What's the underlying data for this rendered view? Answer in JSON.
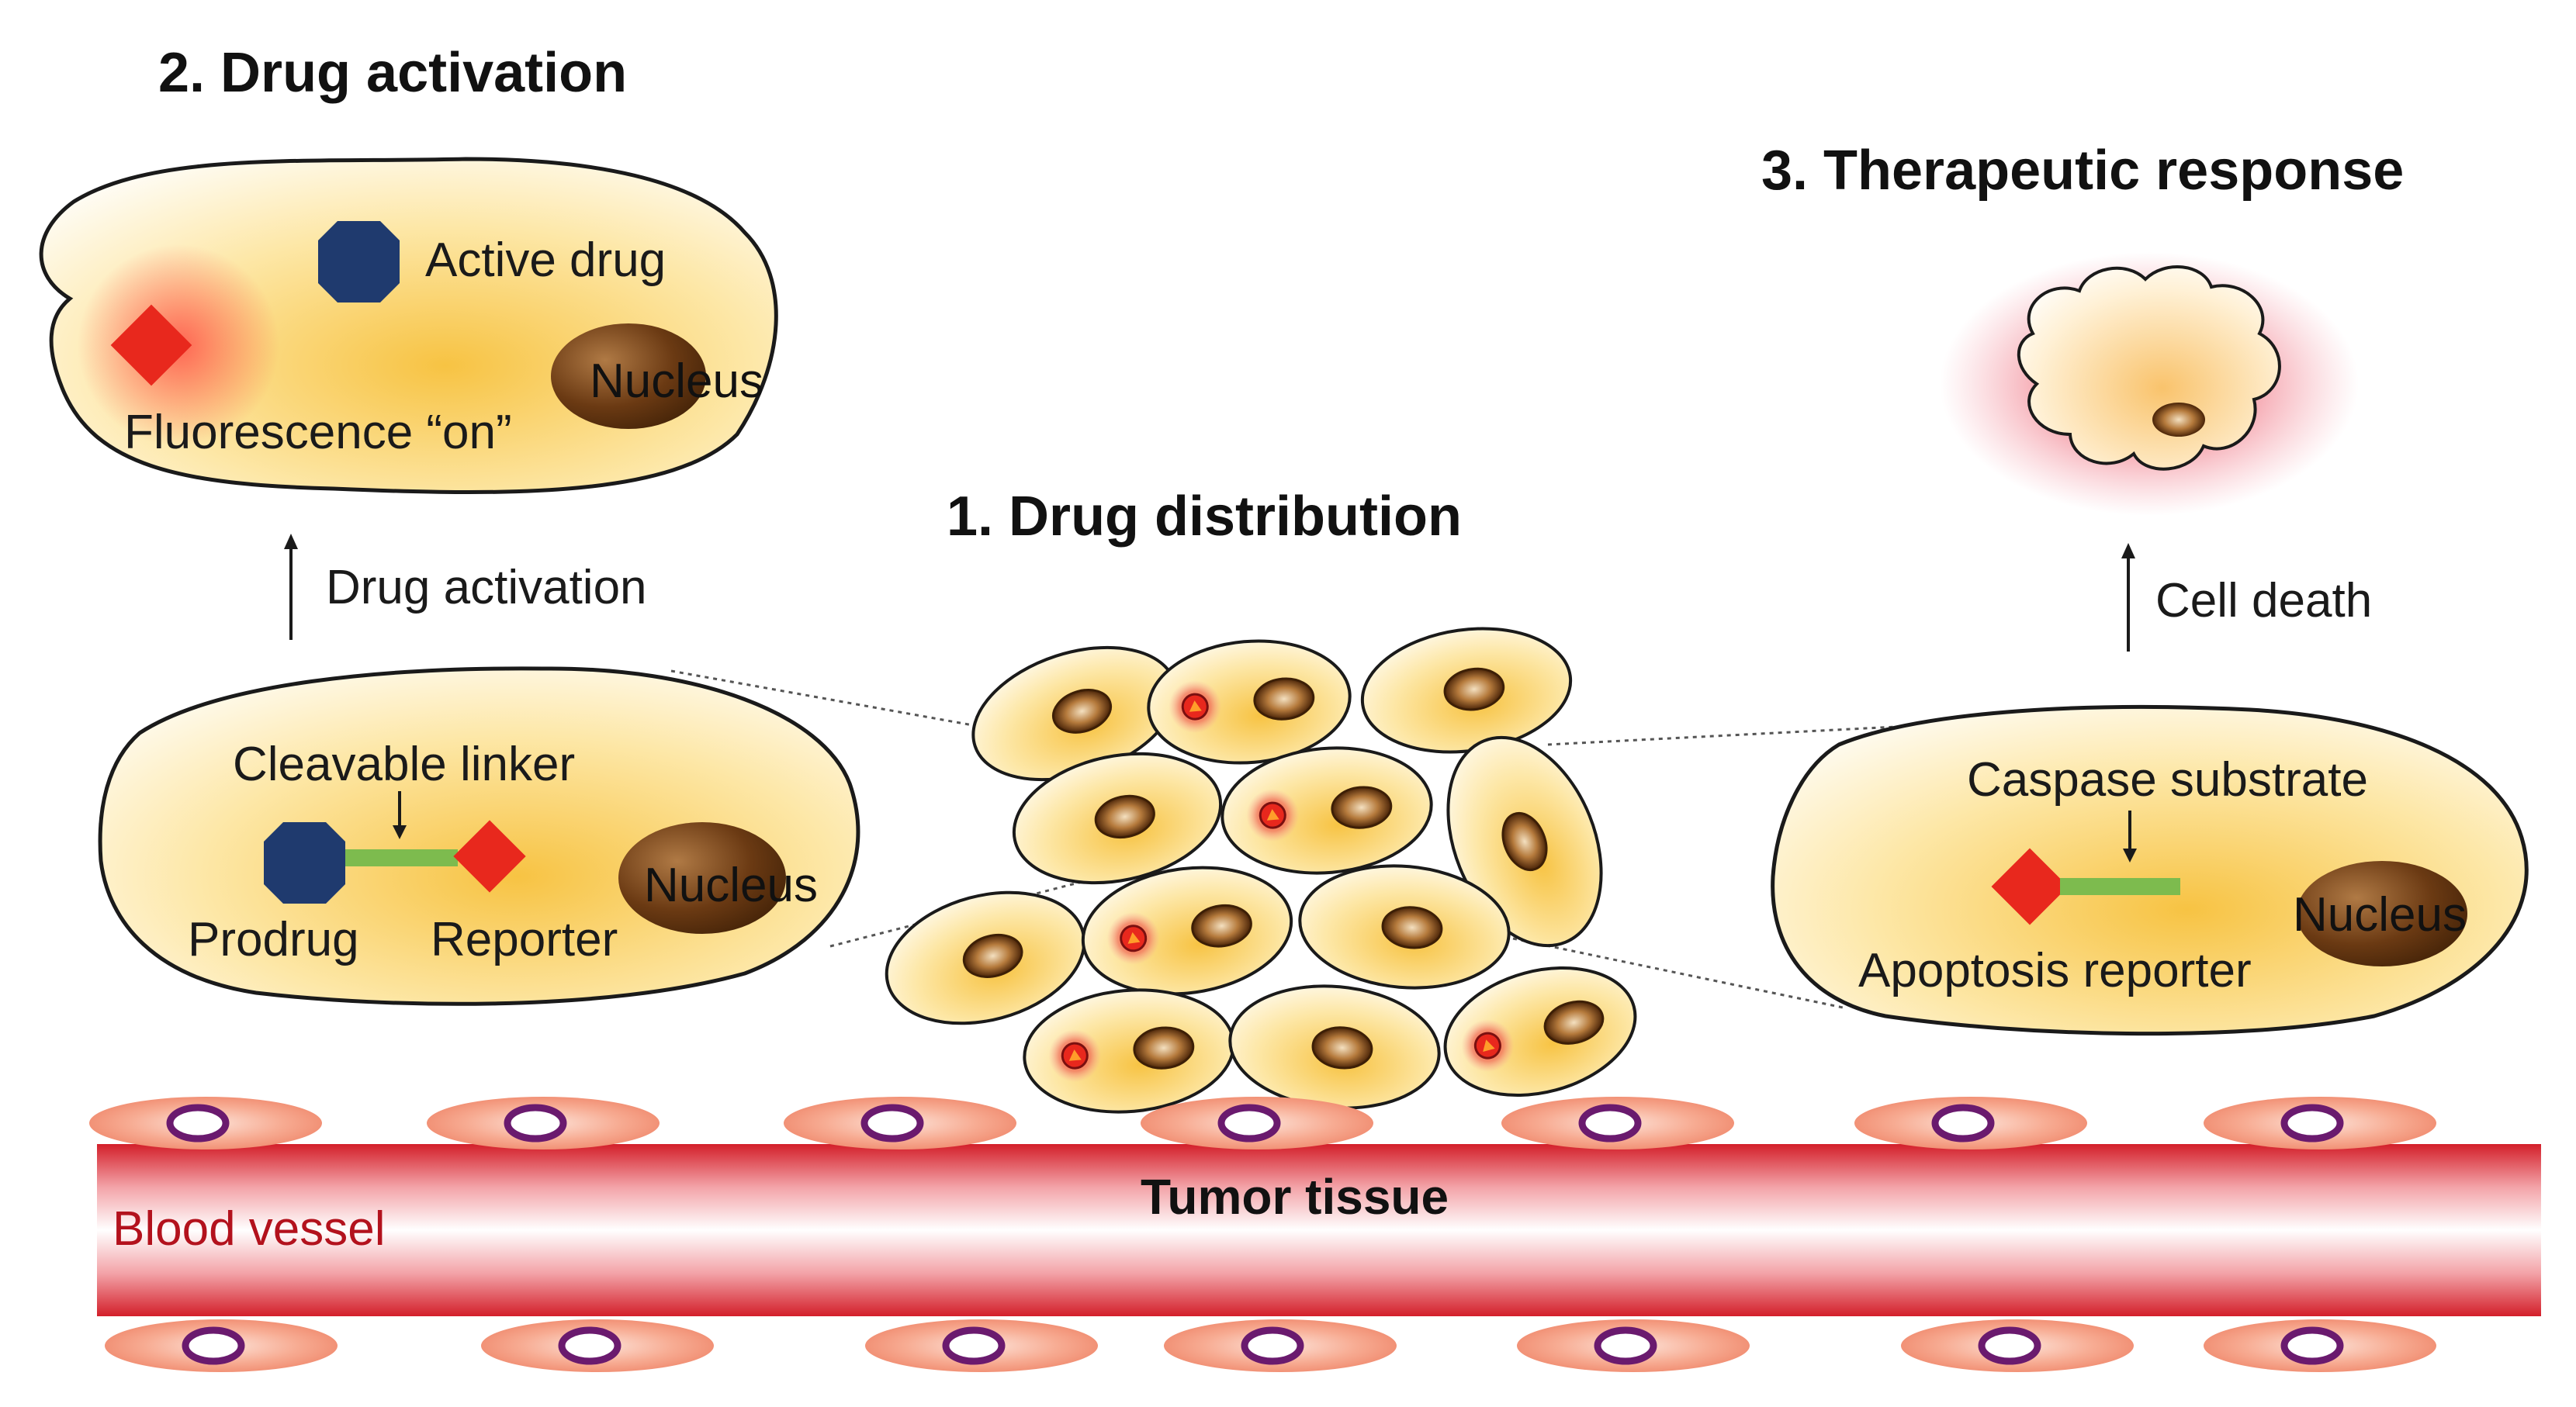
{
  "headings": {
    "step1": "1. Drug distribution",
    "step2": "2. Drug activation",
    "step3": "3. Therapeutic response"
  },
  "activated_cell": {
    "active_drug": "Active drug",
    "nucleus": "Nucleus",
    "fluorescence": "Fluorescence “on”"
  },
  "arrows": {
    "activation": "Drug activation",
    "cell_death": "Cell death"
  },
  "prodrug_cell": {
    "linker": "Cleavable linker",
    "prodrug": "Prodrug",
    "reporter": "Reporter",
    "nucleus": "Nucleus"
  },
  "apoptosis_cell": {
    "substrate": "Caspase substrate",
    "reporter": "Apoptosis reporter",
    "nucleus": "Nucleus"
  },
  "tissue": {
    "tumor": "Tumor tissue",
    "vessel": "Blood vessel"
  },
  "colors": {
    "cell_fill": "#fbd86a",
    "nucleus": "#6b3a13",
    "drug_blue": "#1f3a6e",
    "reporter_red": "#e8281d",
    "linker_green": "#7dbb4e",
    "vessel_red": "#d6222c",
    "endothelial_pink": "#f4a08a",
    "endothelial_nucleus": "#6a1a6e"
  }
}
